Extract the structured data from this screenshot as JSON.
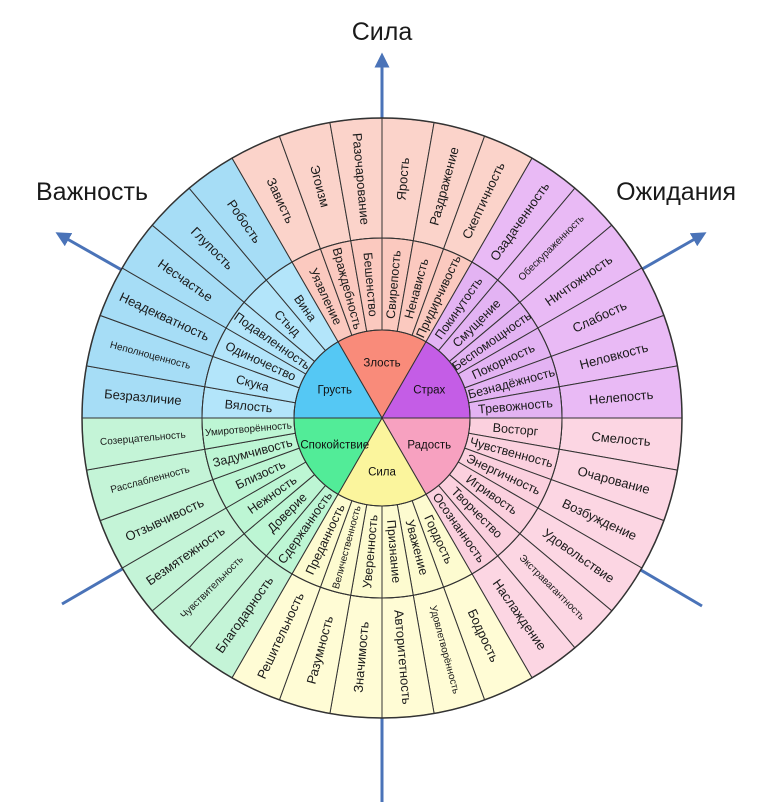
{
  "axes": {
    "top": "Сила",
    "left": "Важность",
    "right": "Ожидания"
  },
  "colors": {
    "anger": {
      "center": "#f98b7a",
      "inner": "#fbc9bf",
      "outer": "#fbd3ca"
    },
    "fear": {
      "center": "#c45de6",
      "inner": "#e3b3f3",
      "outer": "#e9baf5"
    },
    "joy": {
      "center": "#f7a1c0",
      "inner": "#fbd0de",
      "outer": "#fcd6e3"
    },
    "power": {
      "center": "#fbf59d",
      "inner": "#fdfbd0",
      "outer": "#fffcd5"
    },
    "calm": {
      "center": "#52ec98",
      "inner": "#bdf6d4",
      "outer": "#c4f4d7"
    },
    "sadness": {
      "center": "#55c8f4",
      "inner": "#b3e5fa",
      "outer": "#a6ddf6"
    },
    "arrow": "#4a73b8",
    "line": "#333333"
  },
  "emotions": [
    {
      "key": "anger",
      "center": "Злость",
      "inner": [
        "Уязвление",
        "Враждебность",
        "Бешенство",
        "Свирепость",
        "Ненависть",
        "Придирчивость"
      ],
      "outer": [
        "Зависть",
        "Эгоизм",
        "Разочарование",
        "Ярость",
        "Раздражение",
        "Скептичность"
      ]
    },
    {
      "key": "fear",
      "center": "Страх",
      "inner": [
        "Покинутость",
        "Смущение",
        "Беспомощность",
        "Покорность",
        "Безнадёжность",
        "Тревожность"
      ],
      "outer": [
        "Озадаченность",
        "Обескураженность",
        "Ничтожность",
        "Слабость",
        "Неловкость",
        "Нелепость"
      ]
    },
    {
      "key": "joy",
      "center": "Радость",
      "inner": [
        "Восторг",
        "Чувственность",
        "Энергичность",
        "Игривость",
        "Творчество",
        "Осознанность"
      ],
      "outer": [
        "Смелость",
        "Очарование",
        "Возбуждение",
        "Удовольствие",
        "Экстравагантность",
        "Наслаждение"
      ]
    },
    {
      "key": "power",
      "center": "Сила",
      "inner": [
        "Гордость",
        "Уважение",
        "Признание",
        "Уверенность",
        "Величественность",
        "Преданность"
      ],
      "outer": [
        "Бодрость",
        "Удовлетворённость",
        "Авторитетность",
        "Значимость",
        "Разумность",
        "Решительность"
      ]
    },
    {
      "key": "calm",
      "center": "Спокойствие",
      "inner": [
        "Сдержанность",
        "Доверие",
        "Нежность",
        "Близость",
        "Задумчивость",
        "Умиротворённость"
      ],
      "outer": [
        "Благодарность",
        "Чувствительность",
        "Безмятежность",
        "Отзывчивость",
        "Расслабленность",
        "Созерцательность"
      ]
    },
    {
      "key": "sadness",
      "center": "Грусть",
      "inner": [
        "Вялость",
        "Скука",
        "Одиночество",
        "Подавленность",
        "Стыд",
        "Вина"
      ],
      "outer": [
        "Безразличие",
        "Неполноценность",
        "Неадекватность",
        "Несчастье",
        "Глупость",
        "Робость"
      ]
    }
  ]
}
